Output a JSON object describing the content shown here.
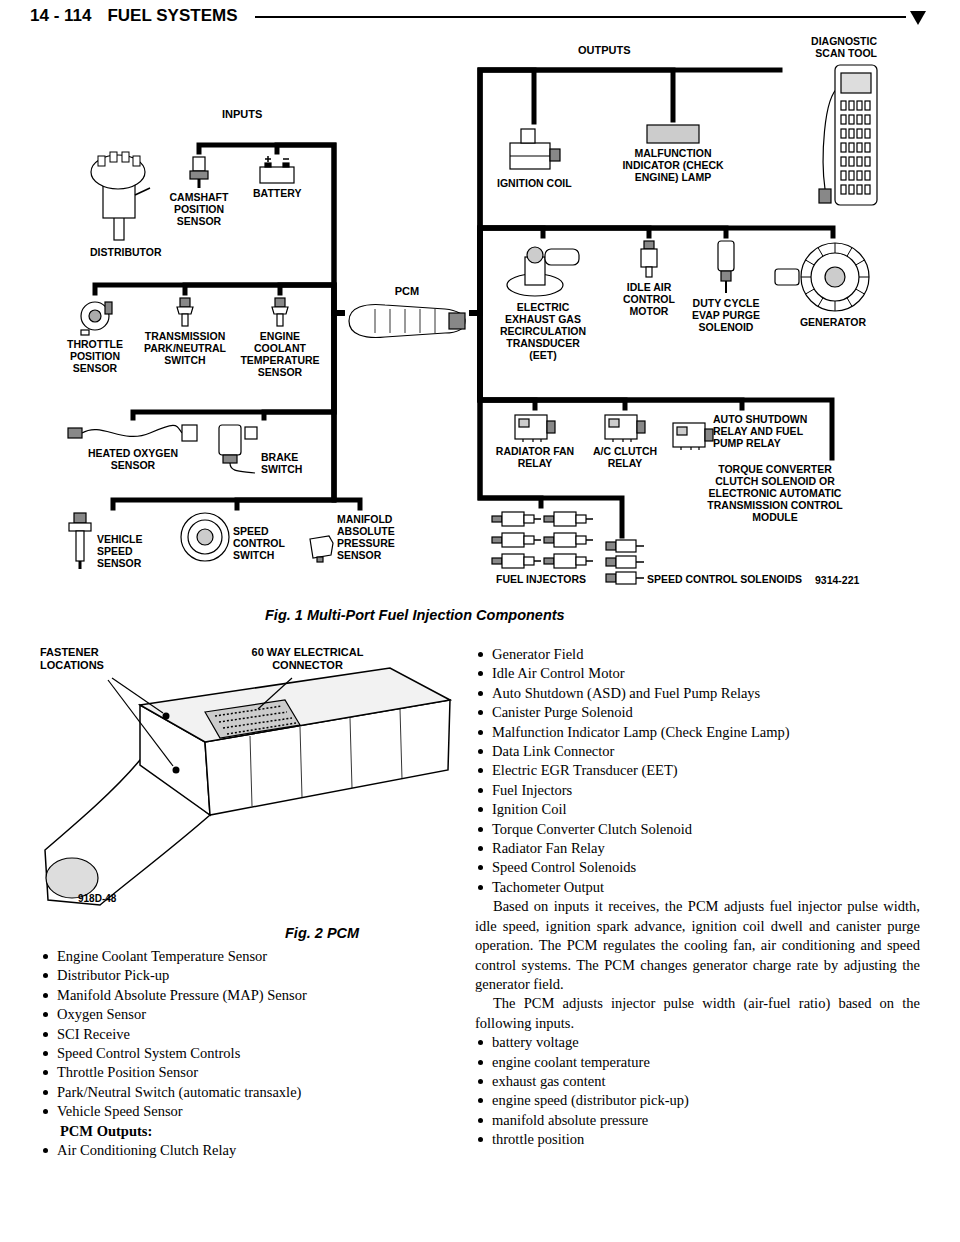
{
  "diagram": {
    "title": "FUEL SYSTEMS",
    "caption": "Fig. 1 Multi-Port Fuel Injection Components",
    "nodes": [
      {
        "text": [
          "CAMSHAFT POSITION SENSOR"
        ]
      },
      {
        "text": [
          "BATTERY"
        ]
      },
      {
        "text": [
          "THROTTLE POSITION SENSOR"
        ]
      },
      {
        "text": [
          "TRANSMISSION PARK/NEUTRAL SWITCH"
        ]
      },
      {
        "text": [
          "ENGINE COOLANT TEMPERATURE SENSOR"
        ]
      },
      {
        "text": [
          "HEATED OXYGEN SENSOR"
        ]
      },
      {
        "text": [
          "BRAKE SWITCH"
        ]
      },
      {
        "text": [
          "VEHICLE SPEED SENSOR"
        ]
      },
      {
        "text": [
          "SPEED CONTROL SWITCH"
        ]
      },
      {
        "text": [
          "MANIFOLD ABSOLUTE PRESSURE SENSOR"
        ]
      },
      {
        "text": [
          "PCM"
        ]
      },
      {
        "text": [
          "IGNITION COIL"
        ]
      },
      {
        "text": [
          "MALFUNCTION INDICATOR (CHECK ENGINE) LAMP"
        ]
      },
      {
        "text": [
          "DIAGNOSTIC SCAN TOOL"
        ]
      },
      {
        "text": [
          "ELECTRIC EXHAUST GAS RECIRCULATION TRANSDUCER (EET)"
        ]
      },
      {
        "text": [
          "IDLE AIR CONTROL MOTOR"
        ]
      },
      {
        "text": [
          "DUTY CYCLE EVAP PURGE SOLENOID"
        ]
      },
      {
        "text": [
          "GENERATOR"
        ]
      },
      {
        "text": [
          "RADIATOR FAN RELAY"
        ]
      },
      {
        "text": [
          "A/C CLUTCH RELAY"
        ]
      },
      {
        "text": [
          "AUTO SHUTDOWN RELAY AND FUEL PUMP RELAY"
        ]
      },
      {
        "text": [
          "TORQUE CONVERTER CLUTCH SOLENOID OR ELECTRONIC AUTOMATIC TRANSMISSION CONTROL MODULE"
        ]
      },
      {
        "text": [
          "FUEL INJECTORS"
        ]
      },
      {
        "text": [
          "SPEED CONTROL SOLENOIDS"
        ]
      }
    ],
    "edges": [
      {
        "from": 0,
        "to": 10,
        "arrow": "none"
      },
      {
        "from": 1,
        "to": 10,
        "arrow": "none"
      },
      {
        "from": 2,
        "to": 10,
        "arrow": "none"
      },
      {
        "from": 3,
        "to": 10,
        "arrow": "none"
      },
      {
        "from": 4,
        "to": 10,
        "arrow": "none"
      },
      {
        "from": 5,
        "to": 10,
        "arrow": "none"
      },
      {
        "from": 6,
        "to": 10,
        "arrow": "none"
      },
      {
        "from": 7,
        "to": 10,
        "arrow": "none"
      },
      {
        "from": 8,
        "to": 10,
        "arrow": "none"
      },
      {
        "from": 9,
        "to": 10,
        "arrow": "none"
      },
      {
        "from": 10,
        "to": 11,
        "arrow": "none"
      },
      {
        "from": 10,
        "to": 12,
        "arrow": "none"
      },
      {
        "from": 10,
        "to": 13,
        "arrow": "none"
      },
      {
        "from": 10,
        "to": 14,
        "arrow": "none"
      },
      {
        "from": 10,
        "to": 15,
        "arrow": "none"
      },
      {
        "from": 10,
        "to": 16,
        "arrow": "none"
      },
      {
        "from": 10,
        "to": 17,
        "arrow": "none"
      },
      {
        "from": 10,
        "to": 18,
        "arrow": "none"
      },
      {
        "from": 10,
        "to": 19,
        "arrow": "none"
      },
      {
        "from": 10,
        "to": 20,
        "arrow": "none"
      },
      {
        "from": 10,
        "to": 21,
        "arrow": "none"
      },
      {
        "from": 10,
        "to": 22,
        "arrow": "none"
      },
      {
        "from": 10,
        "to": 23,
        "arrow": "none"
      }
    ],
    "labels": [
      "14 - 114",
      "INPUTS",
      "DISTRIBUTOR",
      "OUTPUTS",
      "9314-221",
      "FASTENER LOCATIONS",
      "60 WAY ELECTRICAL CONNECTOR",
      "918D-48",
      "Fig. 2 PCM",
      "Engine Coolant Temperature Sensor",
      "Distributor Pick-up",
      "Manifold Absolute Pressure (MAP) Sensor",
      "Oxygen Sensor",
      "SCI Receive",
      "Speed Control System Controls",
      "Throttle Position Sensor",
      "Park/Neutral Switch (automatic transaxle)",
      "Vehicle Speed Sensor",
      "PCM Outputs:",
      "Air Conditioning Clutch Relay",
      "Generator Field",
      "Idle Air Control Motor",
      "Auto Shutdown (ASD) and Fuel Pump Relays",
      "Canister Purge Solenoid",
      "Malfunction Indicator Lamp (Check Engine Lamp)",
      "Data Link Connector",
      "Electric EGR Transducer (EET)",
      "Fuel Injectors",
      "Ignition Coil",
      "Torque Converter Clutch Solenoid",
      "Radiator Fan Relay",
      "Speed Control Solenoids",
      "Tachometer Output",
      "Based on inputs it receives, the PCM adjusts fuel injector pulse width, idle speed, ignition spark advance, ignition coil dwell and canister purge operation. The PCM regulates the cooling fan, air conditioning and speed control systems. The PCM changes generator charge rate by adjusting the generator field.",
      "The PCM adjusts injector pulse width (air-fuel ratio) based on the following inputs.",
      "battery voltage",
      "engine coolant temperature",
      "exhaust gas content",
      "engine speed (distributor pick-up)",
      "manifold absolute pressure",
      "throttle position"
    ]
  }
}
